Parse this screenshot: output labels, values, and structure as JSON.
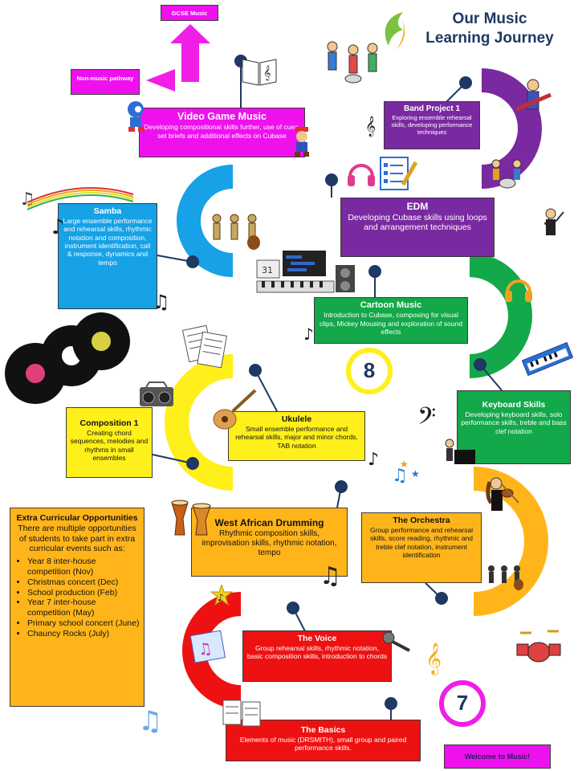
{
  "header": {
    "title_line1": "Our Music",
    "title_line2": "Learning Journey"
  },
  "exits": {
    "gcse": "GCSE Music",
    "non_music": "Non-music pathway"
  },
  "year_markers": {
    "year8": "8",
    "year7": "7"
  },
  "stages": {
    "video_game": {
      "title": "Video Game Music",
      "desc": "Developing compositional skills further, use of cues, set briefs and additional effects on Cubase"
    },
    "band_project": {
      "title": "Band Project 1",
      "desc": "Exploring ensemble rehearsal skills, developing performance techniques"
    },
    "samba": {
      "title": "Samba",
      "desc": "Large ensemble performance and rehearsal skills, rhythmic notation and composition, instrument identification, call & response, dynamics and tempo"
    },
    "edm": {
      "title": "EDM",
      "desc": "Developing Cubase skills using loops and arrangement techniques"
    },
    "cartoon": {
      "title": "Cartoon Music",
      "desc": "Introduction to Cubase, composing for visual clips, Mickey Mousing and exploration of sound effects"
    },
    "keyboard": {
      "title": "Keyboard Skills",
      "desc": "Developing keyboard skills, solo performance skills, treble and bass clef notation"
    },
    "composition": {
      "title": "Composition 1",
      "desc": "Creating chord sequences, melodies and rhythms in small ensembles"
    },
    "ukulele": {
      "title": "Ukulele",
      "desc": "Small ensemble performance and rehearsal skills, major and minor chords, TAB notation"
    },
    "drumming": {
      "title": "West African Drumming",
      "desc": "Rhythmic composition skills, improvisation skills, rhythmic notation, tempo"
    },
    "orchestra": {
      "title": "The Orchestra",
      "desc": "Group performance and rehearsal skills, score reading, rhythmic and treble clef notation, instrument identification"
    },
    "voice": {
      "title": "The Voice",
      "desc": "Group rehearsal skills, rhythmic notation, basic composition skills, introduction to chords"
    },
    "basics": {
      "title": "The Basics",
      "desc": "Elements of music (DRSMITH), small group and paired performance skills."
    }
  },
  "welcome": "Welcome to Music!",
  "extra_curricular": {
    "title": "Extra Curricular Opportunities",
    "intro": "There are multiple opportunities of students to take part in extra curricular events such as:",
    "items": [
      "Year 8 inter-house competition (Nov)",
      "Christmas concert (Dec)",
      "School production (Feb)",
      "Year 7 inter-house competition (May)",
      "Primary school concert (June)",
      "Chauncy Rocks (July)"
    ]
  },
  "icons": {
    "note": "music-note-icon",
    "double_note": "beamed-notes-icon",
    "treble_clef": "treble-clef-icon",
    "bass_clef": "bass-clef-icon",
    "vinyl": "vinyl-record-icon",
    "drum": "drum-icon"
  },
  "colors": {
    "magenta": "#ee11ee",
    "purple": "#7a2aa0",
    "blue": "#17a1e6",
    "green": "#13a84a",
    "yellow": "#ffef1a",
    "orange": "#ffb51a",
    "red": "#ee1111",
    "navy": "#1f3864"
  }
}
